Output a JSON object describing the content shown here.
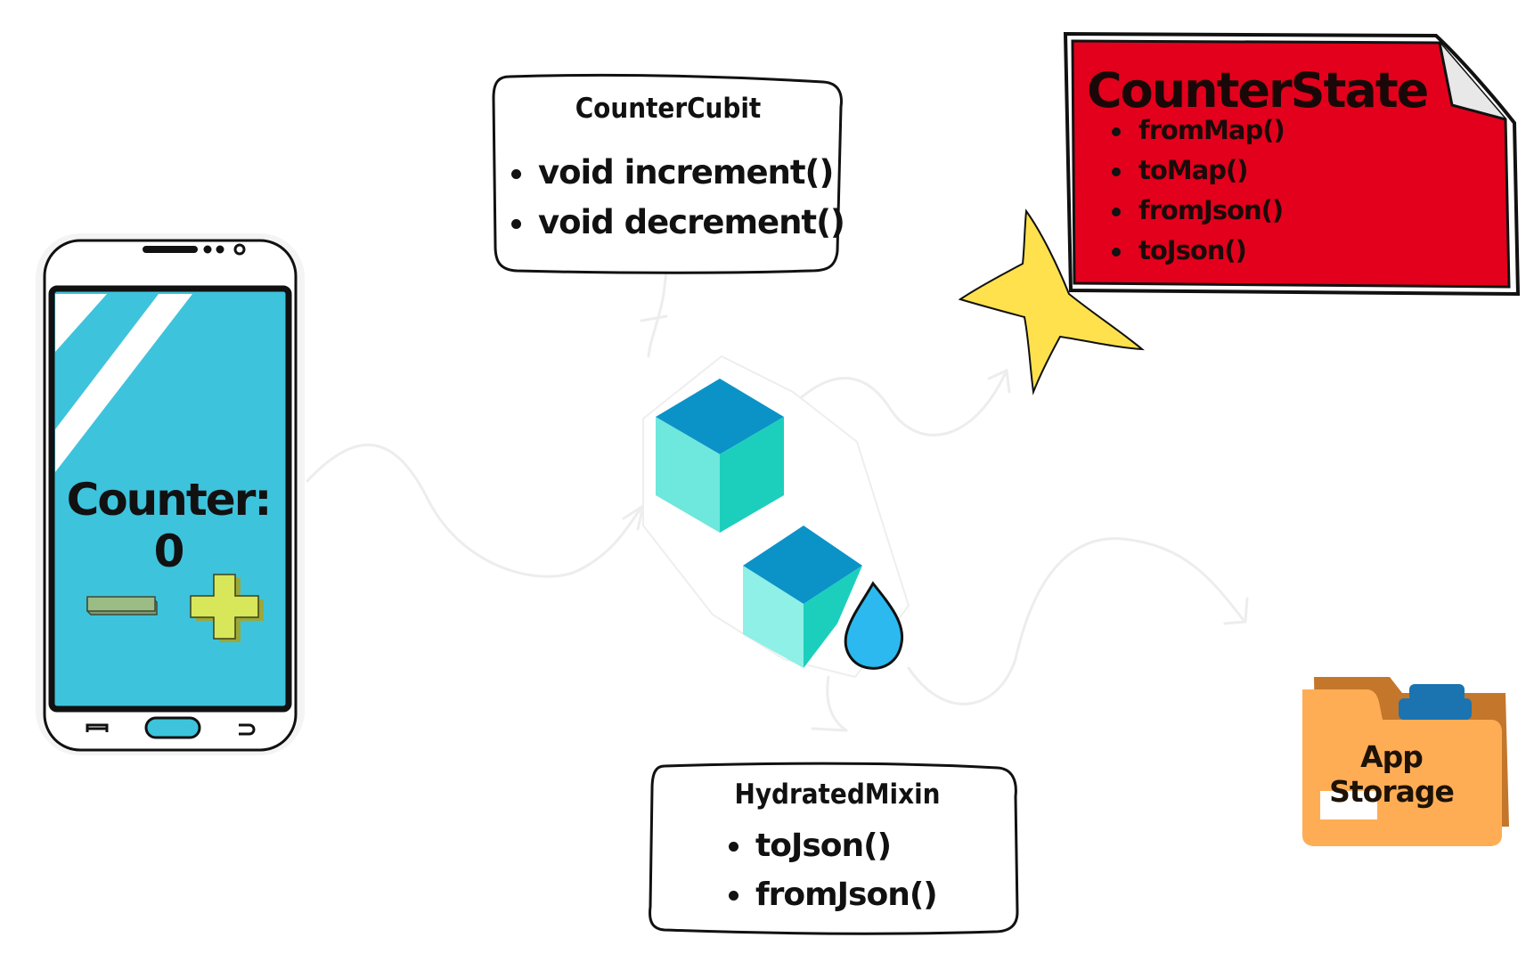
{
  "phone": {
    "counter_label": "Counter: 0"
  },
  "counter_cubit": {
    "title": "CounterCubit",
    "methods": [
      "void increment()",
      "void decrement()"
    ]
  },
  "hydrated_mixin": {
    "title": "HydratedMixin",
    "methods": [
      "toJson()",
      "fromJson()"
    ]
  },
  "counter_state": {
    "title": "CounterState",
    "methods": [
      "fromMap()",
      "toMap()",
      "fromJson()",
      "toJson()"
    ]
  },
  "app_storage": {
    "label": "App Storage"
  },
  "colors": {
    "screen": "#3ec3dc",
    "state_card": "#e3001c",
    "star": "#ffe14d",
    "cube_top": "#0b93c8",
    "cube_side": "#6ee7dc",
    "drop": "#2bb9f0",
    "folder": "#ffad55",
    "folder_back": "#c4762a",
    "folder_blue": "#1b74b0",
    "plus": "#d8e65a",
    "minus": "#9cbc86"
  },
  "icons": {
    "phone": "smartphone-icon",
    "cubit": "hydrated-bloc-cubes-icon",
    "state_badge": "star-icon",
    "storage": "folder-icon"
  }
}
